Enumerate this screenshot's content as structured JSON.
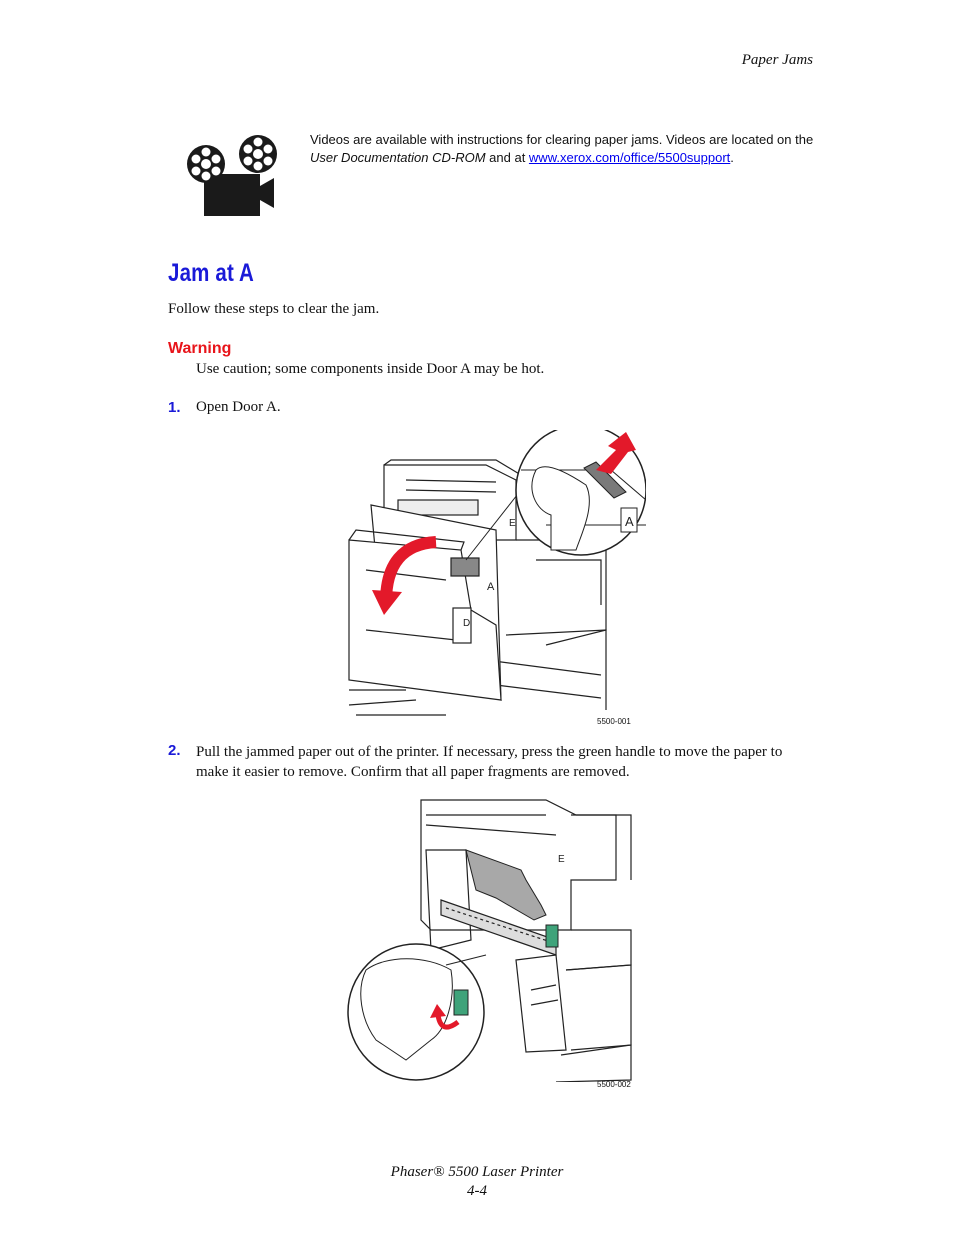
{
  "header": {
    "running_title": "Paper Jams"
  },
  "video_note": {
    "text_before": "Videos are available with instructions for clearing paper jams. Videos are located on the ",
    "cd_title": "User Documentation CD-ROM",
    "text_middle": " and at ",
    "link_text": "www.xerox.com/office/5500support",
    "text_after": ".",
    "icon": "film-projector-icon"
  },
  "section": {
    "title": "Jam at A",
    "intro": "Follow these steps to clear the jam.",
    "warning_label": "Warning",
    "warning_text": "Use caution; some components inside Door A may be hot."
  },
  "steps": [
    {
      "number": "1.",
      "text": "Open Door A.",
      "figure_code": "5500-001"
    },
    {
      "number": "2.",
      "text": "Pull the jammed paper out of the printer. If necessary, press the green handle to move the paper to make it easier to remove. Confirm that all paper fragments are removed.",
      "figure_code": "5500-002"
    }
  ],
  "figure_labels": {
    "door_a": "A",
    "door_d": "D",
    "door_e": "E"
  },
  "colors": {
    "heading_blue": "#1a1ad8",
    "warning_red": "#e8141a",
    "arrow_red": "#e3192a",
    "handle_green": "#3fa37a",
    "paper_gray": "#a8a8a8"
  },
  "footer": {
    "product": "Phaser® 5500 Laser Printer",
    "page": "4-4"
  }
}
